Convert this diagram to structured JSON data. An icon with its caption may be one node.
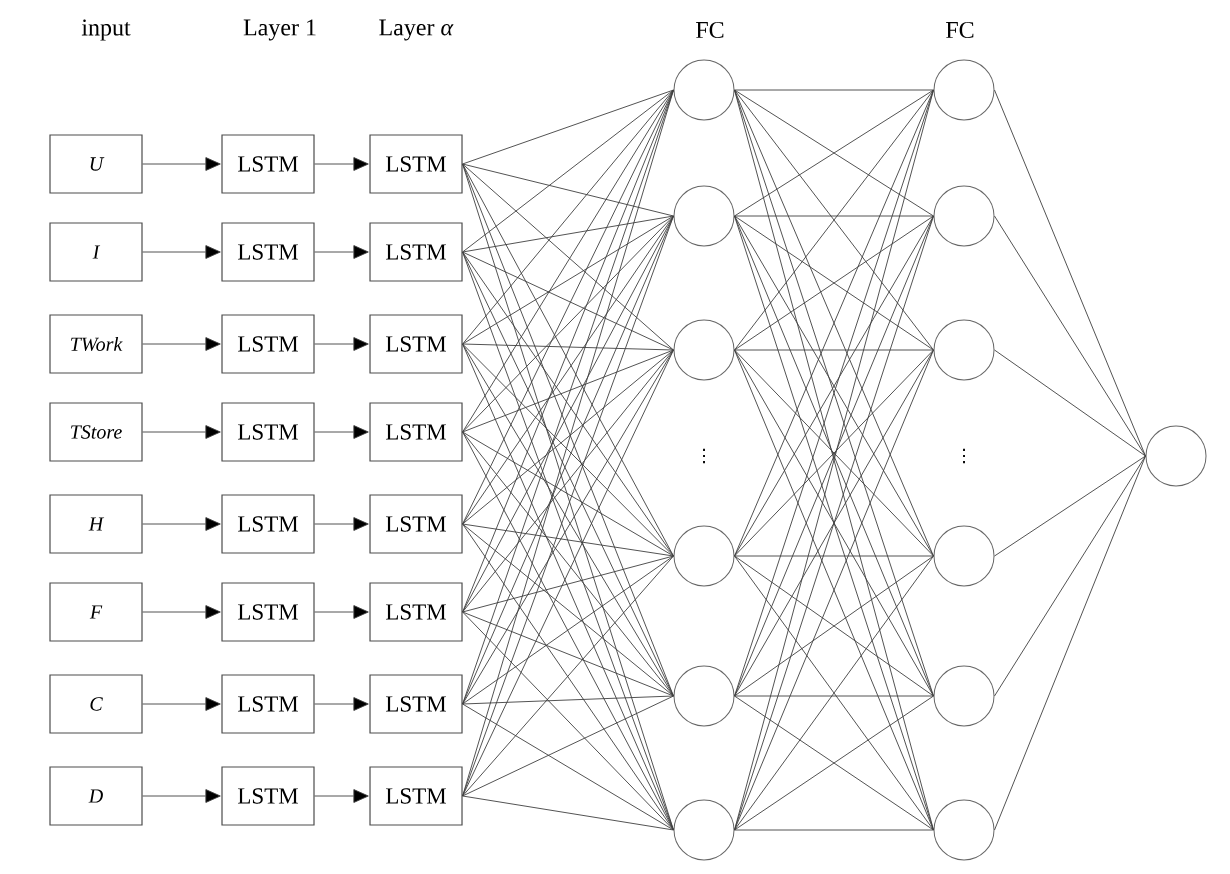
{
  "diagram": {
    "nodes": [
      {
        "text": [
          "U"
        ]
      },
      {
        "text": [
          "I"
        ]
      },
      {
        "text": [
          "TWork"
        ]
      },
      {
        "text": [
          "TStore"
        ]
      },
      {
        "text": [
          "H"
        ]
      },
      {
        "text": [
          "F"
        ]
      },
      {
        "text": [
          "C"
        ]
      },
      {
        "text": [
          "D"
        ]
      },
      {
        "text": [
          "LSTM"
        ]
      },
      {
        "text": [
          "LSTM"
        ]
      },
      {
        "text": [
          "LSTM"
        ]
      },
      {
        "text": [
          "LSTM"
        ]
      },
      {
        "text": [
          "LSTM"
        ]
      },
      {
        "text": [
          "LSTM"
        ]
      },
      {
        "text": [
          "LSTM"
        ]
      },
      {
        "text": [
          "LSTM"
        ]
      },
      {
        "text": [
          "LSTM"
        ]
      },
      {
        "text": [
          "LSTM"
        ]
      },
      {
        "text": [
          "LSTM"
        ]
      },
      {
        "text": [
          "LSTM"
        ]
      },
      {
        "text": [
          "LSTM"
        ]
      },
      {
        "text": [
          "LSTM"
        ]
      },
      {
        "text": [
          "LSTM"
        ]
      },
      {
        "text": [
          "LSTM"
        ]
      },
      {
        "text": [],
        "shape": "circle"
      },
      {
        "text": [],
        "shape": "circle"
      },
      {
        "text": [],
        "shape": "circle"
      },
      {
        "text": [],
        "shape": "circle"
      },
      {
        "text": [],
        "shape": "circle"
      },
      {
        "text": [],
        "shape": "circle"
      },
      {
        "text": [],
        "shape": "circle"
      },
      {
        "text": [],
        "shape": "circle"
      },
      {
        "text": [],
        "shape": "circle"
      },
      {
        "text": [],
        "shape": "circle"
      },
      {
        "text": [],
        "shape": "circle"
      },
      {
        "text": [],
        "shape": "circle"
      },
      {
        "text": [],
        "shape": "circle"
      }
    ],
    "edges": [
      {
        "from": 0,
        "to": 8,
        "arrow": "to"
      },
      {
        "from": 1,
        "to": 9,
        "arrow": "to"
      },
      {
        "from": 2,
        "to": 10,
        "arrow": "to"
      },
      {
        "from": 3,
        "to": 11,
        "arrow": "to"
      },
      {
        "from": 4,
        "to": 12,
        "arrow": "to"
      },
      {
        "from": 5,
        "to": 13,
        "arrow": "to"
      },
      {
        "from": 6,
        "to": 14,
        "arrow": "to"
      },
      {
        "from": 7,
        "to": 15,
        "arrow": "to"
      },
      {
        "from": 8,
        "to": 16,
        "arrow": "to"
      },
      {
        "from": 9,
        "to": 17,
        "arrow": "to"
      },
      {
        "from": 10,
        "to": 18,
        "arrow": "to"
      },
      {
        "from": 11,
        "to": 19,
        "arrow": "to"
      },
      {
        "from": 12,
        "to": 20,
        "arrow": "to"
      },
      {
        "from": 13,
        "to": 21,
        "arrow": "to"
      },
      {
        "from": 14,
        "to": 22,
        "arrow": "to"
      },
      {
        "from": 15,
        "to": 23,
        "arrow": "to"
      },
      {
        "from": 16,
        "to": 24,
        "arrow": "none"
      },
      {
        "from": 16,
        "to": 25,
        "arrow": "none"
      },
      {
        "from": 16,
        "to": 26,
        "arrow": "none"
      },
      {
        "from": 16,
        "to": 27,
        "arrow": "none"
      },
      {
        "from": 16,
        "to": 28,
        "arrow": "none"
      },
      {
        "from": 16,
        "to": 29,
        "arrow": "none"
      },
      {
        "from": 17,
        "to": 24,
        "arrow": "none"
      },
      {
        "from": 17,
        "to": 25,
        "arrow": "none"
      },
      {
        "from": 17,
        "to": 26,
        "arrow": "none"
      },
      {
        "from": 17,
        "to": 27,
        "arrow": "none"
      },
      {
        "from": 17,
        "to": 28,
        "arrow": "none"
      },
      {
        "from": 17,
        "to": 29,
        "arrow": "none"
      },
      {
        "from": 18,
        "to": 24,
        "arrow": "none"
      },
      {
        "from": 18,
        "to": 25,
        "arrow": "none"
      },
      {
        "from": 18,
        "to": 26,
        "arrow": "none"
      },
      {
        "from": 18,
        "to": 27,
        "arrow": "none"
      },
      {
        "from": 18,
        "to": 28,
        "arrow": "none"
      },
      {
        "from": 18,
        "to": 29,
        "arrow": "none"
      },
      {
        "from": 19,
        "to": 24,
        "arrow": "none"
      },
      {
        "from": 19,
        "to": 25,
        "arrow": "none"
      },
      {
        "from": 19,
        "to": 26,
        "arrow": "none"
      },
      {
        "from": 19,
        "to": 27,
        "arrow": "none"
      },
      {
        "from": 19,
        "to": 28,
        "arrow": "none"
      },
      {
        "from": 19,
        "to": 29,
        "arrow": "none"
      },
      {
        "from": 20,
        "to": 24,
        "arrow": "none"
      },
      {
        "from": 20,
        "to": 25,
        "arrow": "none"
      },
      {
        "from": 20,
        "to": 26,
        "arrow": "none"
      },
      {
        "from": 20,
        "to": 27,
        "arrow": "none"
      },
      {
        "from": 20,
        "to": 28,
        "arrow": "none"
      },
      {
        "from": 20,
        "to": 29,
        "arrow": "none"
      },
      {
        "from": 21,
        "to": 24,
        "arrow": "none"
      },
      {
        "from": 21,
        "to": 25,
        "arrow": "none"
      },
      {
        "from": 21,
        "to": 26,
        "arrow": "none"
      },
      {
        "from": 21,
        "to": 27,
        "arrow": "none"
      },
      {
        "from": 21,
        "to": 28,
        "arrow": "none"
      },
      {
        "from": 21,
        "to": 29,
        "arrow": "none"
      },
      {
        "from": 22,
        "to": 24,
        "arrow": "none"
      },
      {
        "from": 22,
        "to": 25,
        "arrow": "none"
      },
      {
        "from": 22,
        "to": 26,
        "arrow": "none"
      },
      {
        "from": 22,
        "to": 27,
        "arrow": "none"
      },
      {
        "from": 22,
        "to": 28,
        "arrow": "none"
      },
      {
        "from": 22,
        "to": 29,
        "arrow": "none"
      },
      {
        "from": 23,
        "to": 24,
        "arrow": "none"
      },
      {
        "from": 23,
        "to": 25,
        "arrow": "none"
      },
      {
        "from": 23,
        "to": 26,
        "arrow": "none"
      },
      {
        "from": 23,
        "to": 27,
        "arrow": "none"
      },
      {
        "from": 23,
        "to": 28,
        "arrow": "none"
      },
      {
        "from": 23,
        "to": 29,
        "arrow": "none"
      },
      {
        "from": 24,
        "to": 30,
        "arrow": "none"
      },
      {
        "from": 24,
        "to": 31,
        "arrow": "none"
      },
      {
        "from": 24,
        "to": 32,
        "arrow": "none"
      },
      {
        "from": 24,
        "to": 33,
        "arrow": "none"
      },
      {
        "from": 24,
        "to": 34,
        "arrow": "none"
      },
      {
        "from": 24,
        "to": 35,
        "arrow": "none"
      },
      {
        "from": 25,
        "to": 30,
        "arrow": "none"
      },
      {
        "from": 25,
        "to": 31,
        "arrow": "none"
      },
      {
        "from": 25,
        "to": 32,
        "arrow": "none"
      },
      {
        "from": 25,
        "to": 33,
        "arrow": "none"
      },
      {
        "from": 25,
        "to": 34,
        "arrow": "none"
      },
      {
        "from": 25,
        "to": 35,
        "arrow": "none"
      },
      {
        "from": 26,
        "to": 30,
        "arrow": "none"
      },
      {
        "from": 26,
        "to": 31,
        "arrow": "none"
      },
      {
        "from": 26,
        "to": 32,
        "arrow": "none"
      },
      {
        "from": 26,
        "to": 33,
        "arrow": "none"
      },
      {
        "from": 26,
        "to": 34,
        "arrow": "none"
      },
      {
        "from": 26,
        "to": 35,
        "arrow": "none"
      },
      {
        "from": 27,
        "to": 30,
        "arrow": "none"
      },
      {
        "from": 27,
        "to": 31,
        "arrow": "none"
      },
      {
        "from": 27,
        "to": 32,
        "arrow": "none"
      },
      {
        "from": 27,
        "to": 33,
        "arrow": "none"
      },
      {
        "from": 27,
        "to": 34,
        "arrow": "none"
      },
      {
        "from": 27,
        "to": 35,
        "arrow": "none"
      },
      {
        "from": 28,
        "to": 30,
        "arrow": "none"
      },
      {
        "from": 28,
        "to": 31,
        "arrow": "none"
      },
      {
        "from": 28,
        "to": 32,
        "arrow": "none"
      },
      {
        "from": 28,
        "to": 33,
        "arrow": "none"
      },
      {
        "from": 28,
        "to": 34,
        "arrow": "none"
      },
      {
        "from": 28,
        "to": 35,
        "arrow": "none"
      },
      {
        "from": 29,
        "to": 30,
        "arrow": "none"
      },
      {
        "from": 29,
        "to": 31,
        "arrow": "none"
      },
      {
        "from": 29,
        "to": 32,
        "arrow": "none"
      },
      {
        "from": 29,
        "to": 33,
        "arrow": "none"
      },
      {
        "from": 29,
        "to": 34,
        "arrow": "none"
      },
      {
        "from": 29,
        "to": 35,
        "arrow": "none"
      },
      {
        "from": 30,
        "to": 36,
        "arrow": "none"
      },
      {
        "from": 31,
        "to": 36,
        "arrow": "none"
      },
      {
        "from": 32,
        "to": 36,
        "arrow": "none"
      },
      {
        "from": 33,
        "to": 36,
        "arrow": "none"
      },
      {
        "from": 34,
        "to": 36,
        "arrow": "none"
      },
      {
        "from": 35,
        "to": 36,
        "arrow": "none"
      }
    ],
    "labels": [
      "input",
      "Layer 1",
      "Layer *α*",
      "FC",
      "FC",
      "⋮",
      "⋮"
    ]
  }
}
